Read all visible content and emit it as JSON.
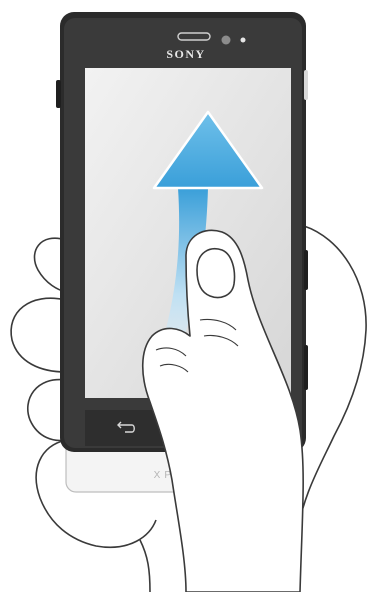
{
  "phone": {
    "brand": "SONY",
    "model": "XPERIA",
    "body_color": "#2b2b2b",
    "chin_color": "#f4f4f4",
    "screen_color": "#e3e3e3"
  },
  "nav_bar": {
    "back_icon": "back-arrow-icon",
    "home_icon": "home-icon",
    "menu_icon": "menu-icon"
  },
  "gesture": {
    "type": "swipe-up",
    "arrow_color": "#3a9fd9",
    "arrow_tail_color": "#d8ecf7"
  }
}
